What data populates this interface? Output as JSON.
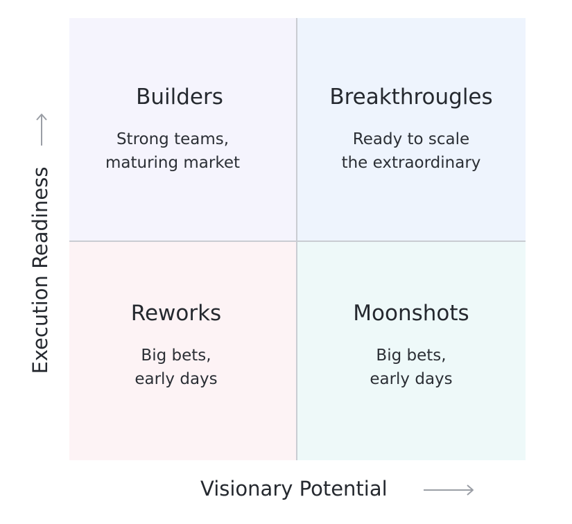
{
  "quadrants": {
    "top_left": {
      "title": "Builders",
      "description": "Strong teams,\nmaturing market"
    },
    "top_right": {
      "title": "Breakthrougles",
      "description": "Ready to scale\nthe extraordinary"
    },
    "bottom_left": {
      "title": "Reworks",
      "description": "Big bets,\nearly days"
    },
    "bottom_right": {
      "title": "Moonshots",
      "description": "Big bets,\nearly days"
    }
  },
  "axes": {
    "y_label": "Execution Readiness",
    "x_label": "Visionary Potential"
  },
  "icons": {
    "y_arrow": "arrow-up-icon",
    "x_arrow": "arrow-right-icon"
  },
  "colors": {
    "top_left_bg": "#f5f4fd",
    "top_right_bg": "#eef4fd",
    "bottom_left_bg": "#fdf3f5",
    "bottom_right_bg": "#eef9f9",
    "divider": "#c9ccd2",
    "arrow": "#9a9ea5"
  }
}
